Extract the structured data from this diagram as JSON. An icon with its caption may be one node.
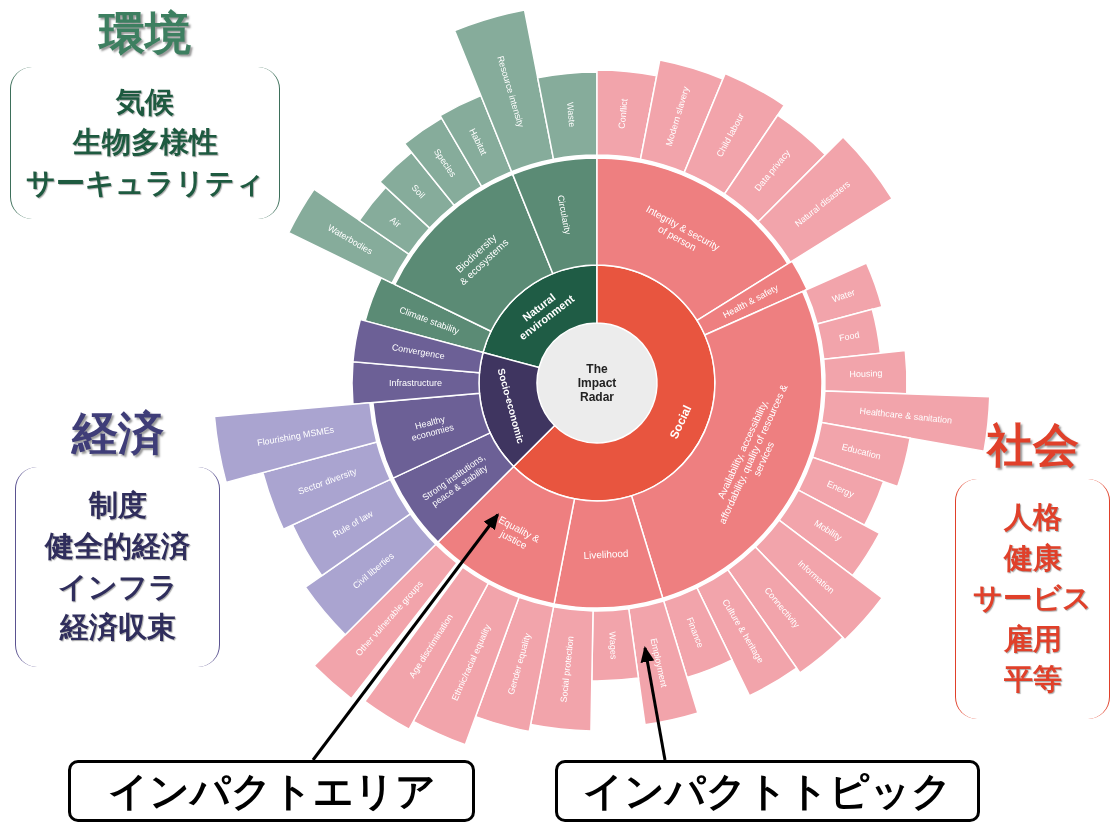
{
  "diagram": {
    "nodes": [
      {
        "text": [
          "環境",
          "気候",
          "生物多様性",
          "サーキュラリティ"
        ]
      },
      {
        "text": [
          "The Impact Radar"
        ]
      },
      {
        "text": [
          "Natural environment"
        ]
      },
      {
        "text": [
          "Social"
        ]
      },
      {
        "text": [
          "Socio-economic"
        ]
      },
      {
        "text": [
          "Climate stability"
        ]
      },
      {
        "text": [
          "Biodiversity & ecosystems"
        ]
      },
      {
        "text": [
          "Circularity"
        ]
      },
      {
        "text": [
          "Integrity & security of person"
        ]
      },
      {
        "text": [
          "Health & safety"
        ]
      },
      {
        "text": [
          "Availability, accessibility, affordability, quality of resources & services"
        ]
      },
      {
        "text": [
          "Livelihood"
        ]
      },
      {
        "text": [
          "Equality & justice"
        ]
      },
      {
        "text": [
          "Strong institutions, peace & stability"
        ]
      },
      {
        "text": [
          "Healthy economies"
        ]
      },
      {
        "text": [
          "Infrastructure"
        ]
      },
      {
        "text": [
          "Convergence"
        ]
      },
      {
        "text": [
          "Waterbodies"
        ]
      },
      {
        "text": [
          "Air"
        ]
      },
      {
        "text": [
          "Soil"
        ]
      },
      {
        "text": [
          "Species"
        ]
      },
      {
        "text": [
          "Habitat"
        ]
      },
      {
        "text": [
          "Resource intensity"
        ]
      },
      {
        "text": [
          "Waste"
        ]
      },
      {
        "text": [
          "Conflict"
        ]
      },
      {
        "text": [
          "Modern slavery"
        ]
      },
      {
        "text": [
          "Child labour"
        ]
      },
      {
        "text": [
          "Data privacy"
        ]
      },
      {
        "text": [
          "Natural disasters"
        ]
      },
      {
        "text": [
          "Water"
        ]
      },
      {
        "text": [
          "Food"
        ]
      },
      {
        "text": [
          "Housing"
        ]
      },
      {
        "text": [
          "Healthcare & sanitation"
        ]
      },
      {
        "text": [
          "Education"
        ]
      },
      {
        "text": [
          "Energy"
        ]
      },
      {
        "text": [
          "Mobility"
        ]
      },
      {
        "text": [
          "Information"
        ]
      },
      {
        "text": [
          "Connectivity"
        ]
      },
      {
        "text": [
          "Culture & heritage"
        ]
      },
      {
        "text": [
          "Finance"
        ]
      },
      {
        "text": [
          "Employment"
        ]
      },
      {
        "text": [
          "Wages"
        ]
      },
      {
        "text": [
          "Social protection"
        ]
      },
      {
        "text": [
          "Gender equality"
        ]
      },
      {
        "text": [
          "Ethnic/racial equality"
        ]
      },
      {
        "text": [
          "Age discrimination"
        ]
      },
      {
        "text": [
          "Other vulnerable groups"
        ]
      },
      {
        "text": [
          "Civil liberties"
        ]
      },
      {
        "text": [
          "Rule of law"
        ]
      },
      {
        "text": [
          "Sector diversity"
        ]
      },
      {
        "text": [
          "Flourishing MSMEs"
        ]
      },
      {
        "text": [
          "経済",
          "制度",
          "健全的経済",
          "インフラ",
          "経済収束"
        ]
      },
      {
        "text": [
          "社会",
          "人格",
          "健康",
          "サービス",
          "雇用",
          "平等"
        ]
      },
      {
        "text": [
          "インパクトエリア"
        ]
      },
      {
        "text": [
          "インパクトトピック"
        ]
      }
    ],
    "edges": [
      {
        "from": 53,
        "to": 12,
        "arrow": "to"
      },
      {
        "from": 54,
        "to": 40,
        "arrow": "to"
      }
    ]
  }
}
